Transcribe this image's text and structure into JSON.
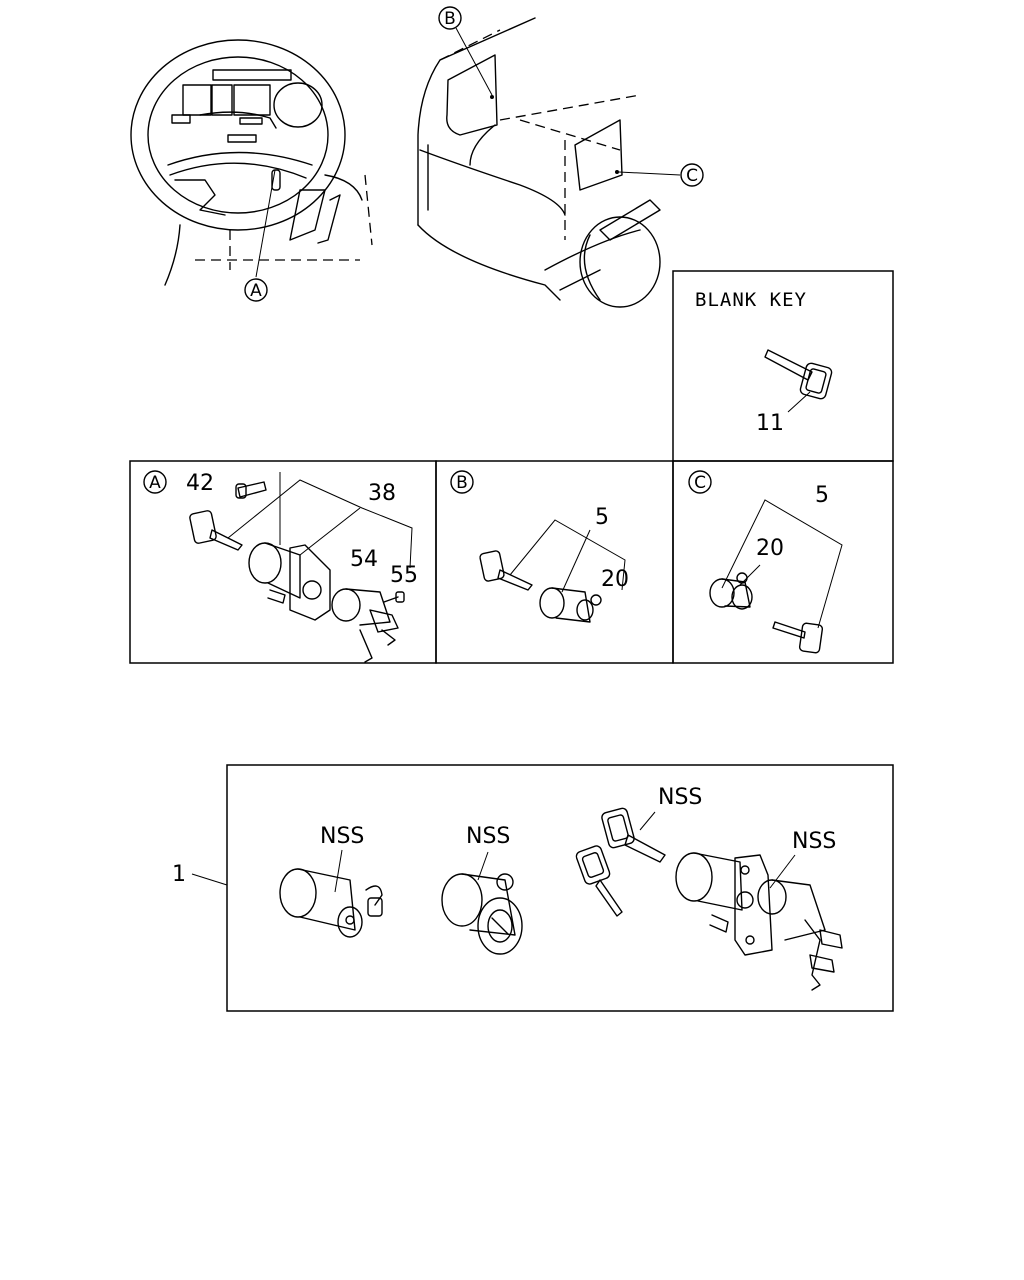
{
  "callouts": {
    "a": "A",
    "b": "B",
    "c": "C"
  },
  "blank_key": {
    "title": "BLANK KEY",
    "part": "11"
  },
  "panel_a": {
    "circle": "A",
    "parts": [
      "42",
      "38",
      "54",
      "55"
    ]
  },
  "panel_b": {
    "circle": "B",
    "parts": [
      "5",
      "20"
    ]
  },
  "panel_c": {
    "circle": "C",
    "parts": [
      "5",
      "20"
    ]
  },
  "assembly": {
    "ref": "1",
    "nss_labels": [
      "NSS",
      "NSS",
      "NSS",
      "NSS"
    ]
  }
}
